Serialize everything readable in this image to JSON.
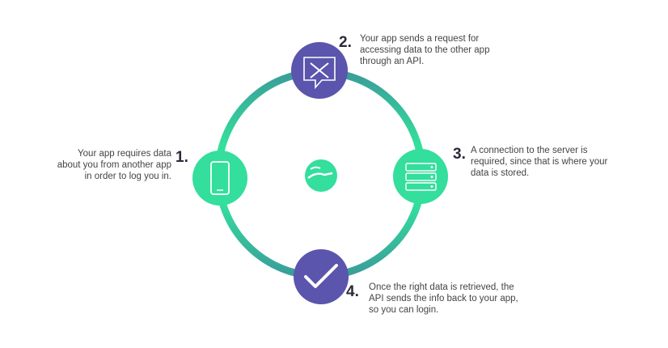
{
  "colors": {
    "green": "#34de9c",
    "purple": "#5b55ad",
    "teal": "#35a59a"
  },
  "steps": [
    {
      "number": "1.",
      "text": "Your app requires data about you from another app in order to log you in.",
      "icon": "smartphone-icon"
    },
    {
      "number": "2.",
      "text": "Your app sends a request for accessing data to the other app through an API.",
      "icon": "tools-chat-icon"
    },
    {
      "number": "3.",
      "text": "A connection to the server is required, since that is where your data is stored.",
      "icon": "server-icon"
    },
    {
      "number": "4.",
      "text": "Once the right data is retrieved, the API sends the info back to your app, so you can login.",
      "icon": "checkmark-icon"
    }
  ],
  "center_icon": "handshake-icon"
}
